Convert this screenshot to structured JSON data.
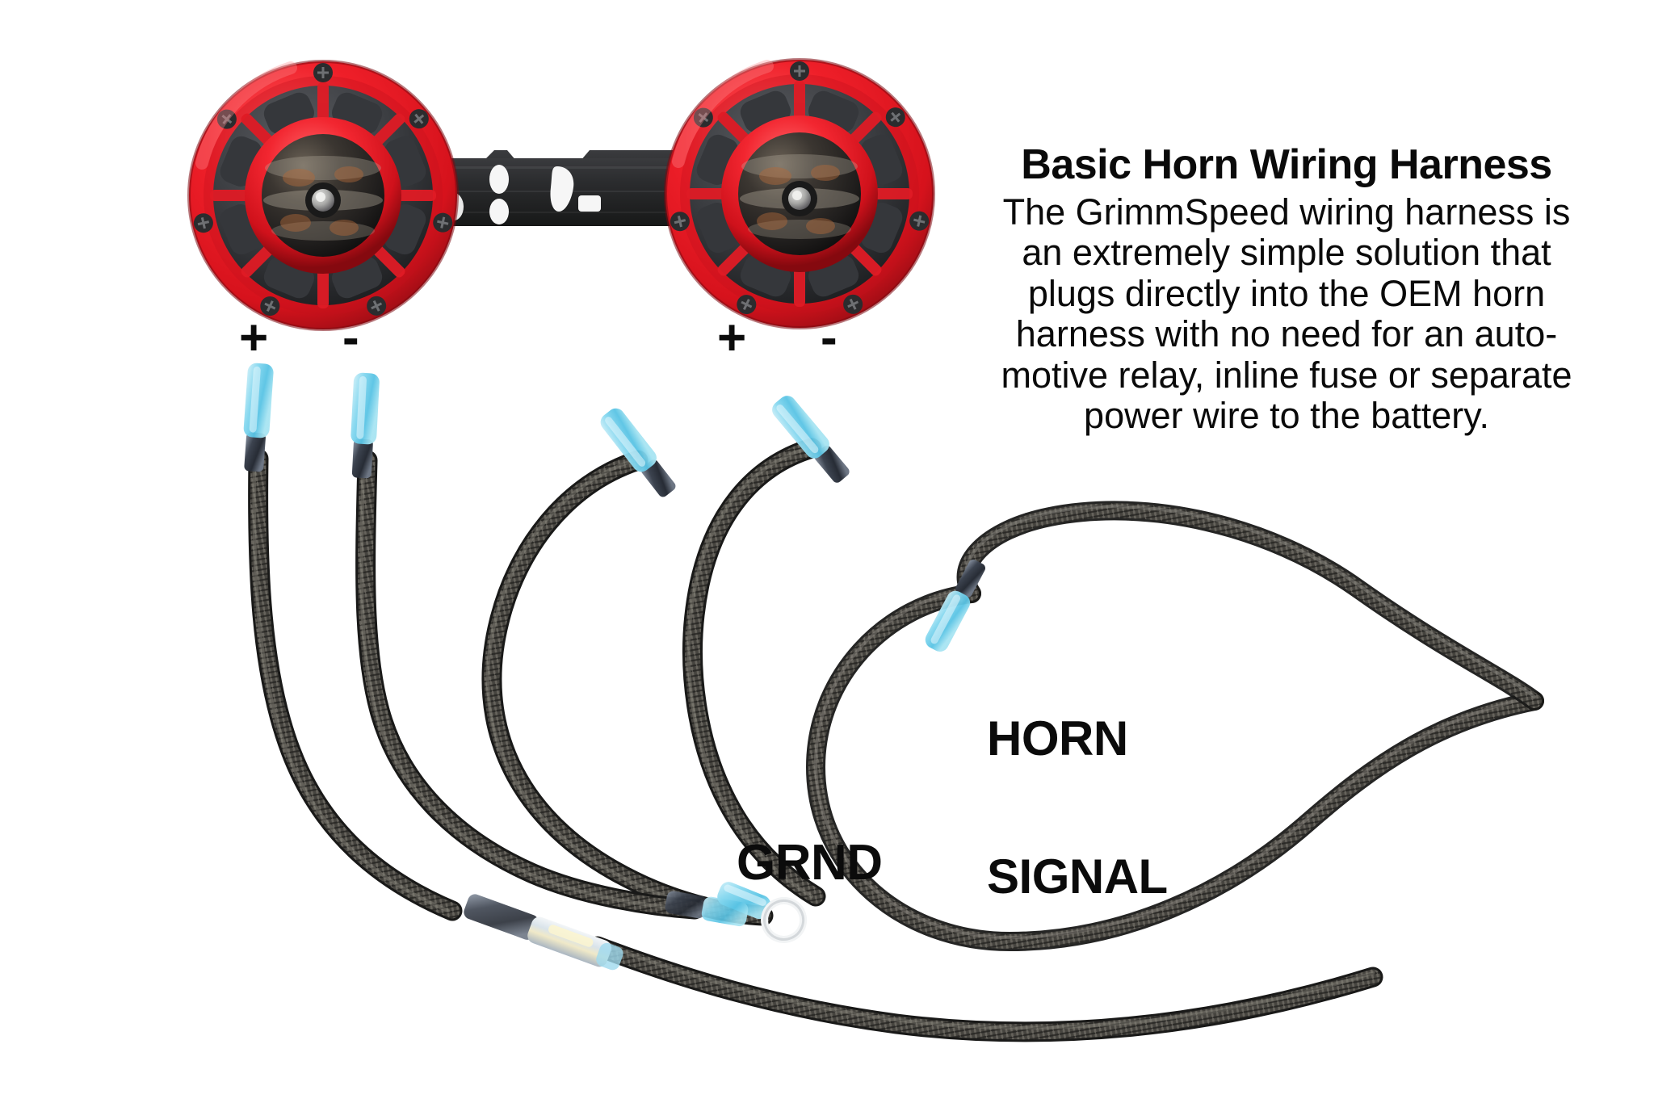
{
  "product": {
    "headline": "Basic Horn Wiring Harness",
    "description_lines": [
      "The GrimmSpeed wiring harness is",
      "an extremely simple solution that",
      "plugs directly into the OEM horn",
      "harness with no need for an auto-",
      "motive relay, inline fuse or separate",
      "power wire to the battery."
    ],
    "description_full": "The GrimmSpeed wiring harness is an extremely simple solution that plugs directly into the OEM horn harness with no need for an automotive relay, inline fuse or separate power wire to the battery."
  },
  "callouts": {
    "ground": "GRND",
    "horn_signal_line1": "HORN",
    "horn_signal_line2": "SIGNAL"
  },
  "polarity": {
    "left_horn_positive": "+",
    "left_horn_negative": "-",
    "right_horn_positive": "+",
    "right_horn_negative": "-"
  },
  "hardware": {
    "left_horn_name": "red-disc-horn",
    "right_horn_name": "red-disc-horn",
    "bracket_name": "horn-mounting-bracket",
    "wire_name": "braided-sleeve-wire",
    "spade_terminal_name": "blue-spade-terminal",
    "ring_terminal_name": "blue-ring-terminal",
    "splice_name": "inline-heatshrink-splice"
  },
  "colors": {
    "horn_ring_red": "#e81c26",
    "horn_ring_red_dark": "#9c0e16",
    "horn_grille_dark": "#3a3b3f",
    "horn_body_black": "#1d1e20",
    "bracket_black": "#2a2b2d",
    "wire_sleeve": "#4b4a47",
    "wire_sleeve_dark": "#2c2c2b",
    "terminal_blue": "#8fdcf0",
    "terminal_metal": "#3d4450",
    "text_black": "#0b0b0b",
    "background": "#ffffff"
  }
}
